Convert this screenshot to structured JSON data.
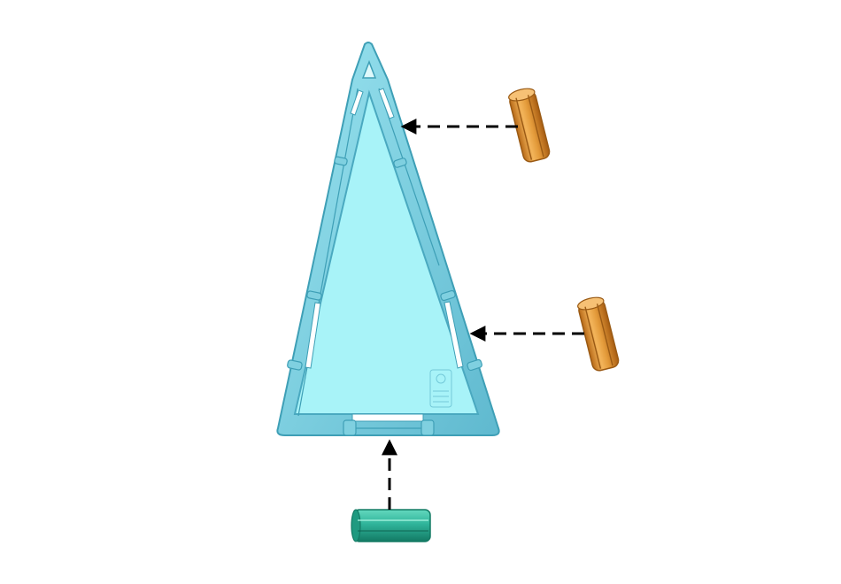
{
  "colors": {
    "background": "#ffffff",
    "triangle_panel": "#a8f3f8",
    "triangle_frame": "#7fd0e0",
    "triangle_frame_dark": "#3e9fb6",
    "clip_orange": "#e39a3a",
    "clip_orange_dark": "#9a5a14",
    "connector_teal": "#2fb49a",
    "connector_teal_dark": "#137a64",
    "arrow": "#000000"
  },
  "parts": [
    {
      "name": "triangle-panel",
      "icon": "triangle-tile-icon"
    },
    {
      "name": "upper-clip",
      "icon": "grooved-clip-icon"
    },
    {
      "name": "middle-clip",
      "icon": "grooved-clip-icon"
    },
    {
      "name": "bottom-connector",
      "icon": "cylinder-connector-icon"
    }
  ],
  "arrows": [
    {
      "name": "arrow-upper-clip",
      "style": "dashed"
    },
    {
      "name": "arrow-middle-clip",
      "style": "dashed"
    },
    {
      "name": "arrow-bottom-connector",
      "style": "dashed"
    }
  ]
}
